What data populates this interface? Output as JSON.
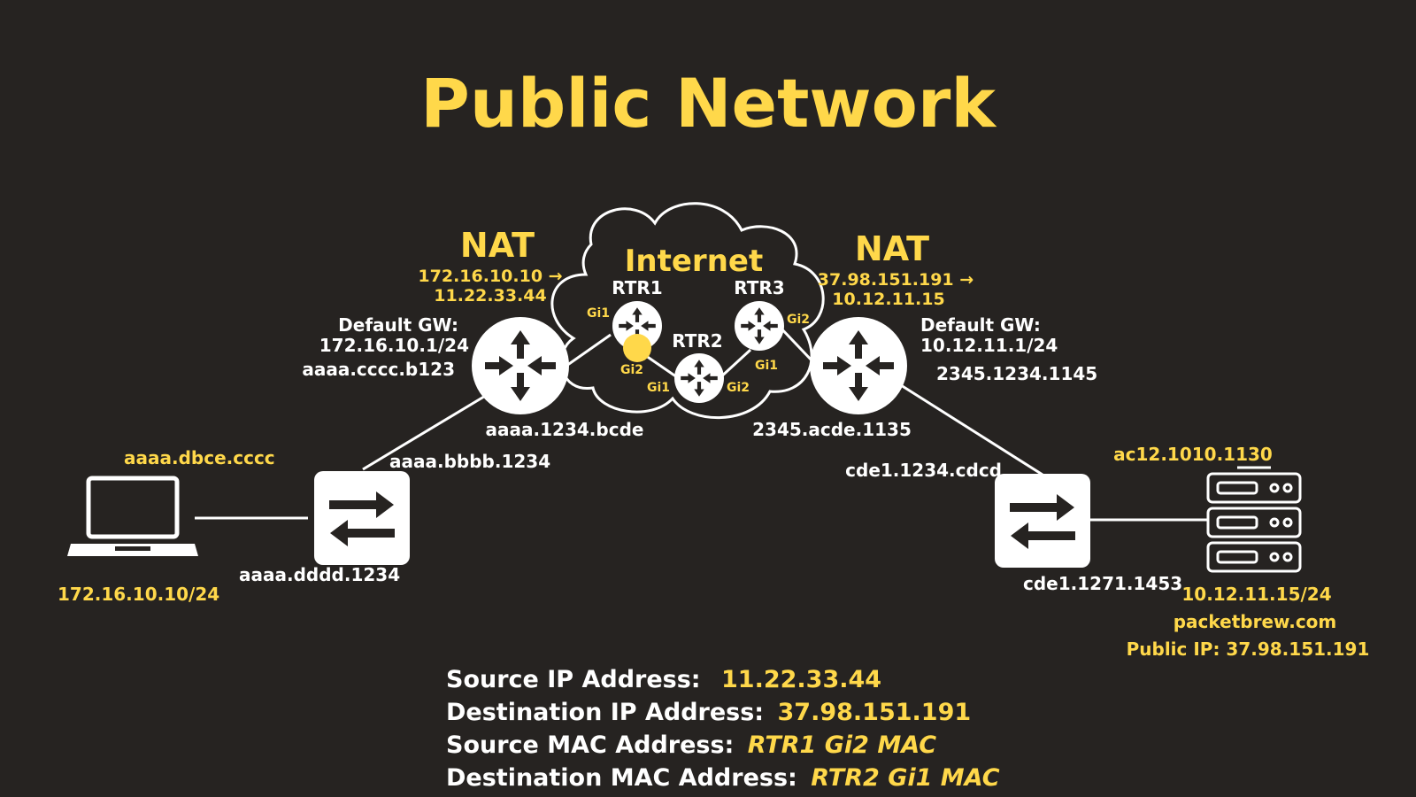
{
  "title": "Public Network",
  "colors": {
    "background": "#262321",
    "accent": "#FFD84A",
    "line": "#FFFFFF"
  },
  "cloud": {
    "label": "Internet"
  },
  "left_nat": {
    "label": "NAT",
    "line1": "172.16.10.10 →",
    "line2": "11.22.33.44"
  },
  "right_nat": {
    "label": "NAT",
    "line1": "37.98.151.191 →",
    "line2": "10.12.11.15"
  },
  "left_router": {
    "gw_label": "Default GW:",
    "gw_ip": "172.16.10.1/24",
    "mac_inside": "aaaa.cccc.b123",
    "mac_outside": "aaaa.1234.bcde",
    "icon": "router-icon"
  },
  "right_router": {
    "gw_label": "Default GW:",
    "gw_ip": "10.12.11.1/24",
    "mac_inside": "2345.1234.1145",
    "mac_outside": "2345.acde.1135",
    "icon": "router-icon"
  },
  "internet_routers": {
    "rtr1": {
      "label": "RTR1",
      "port_left": "Gi1",
      "port_right": "Gi2"
    },
    "rtr2": {
      "label": "RTR2",
      "port_left": "Gi1",
      "port_right": "Gi2"
    },
    "rtr3": {
      "label": "RTR3",
      "port_left": "Gi1",
      "port_right": "Gi2"
    }
  },
  "left_switch": {
    "mac_top": "aaaa.bbbb.1234",
    "mac_bottom": "aaaa.dddd.1234",
    "icon": "switch-icon"
  },
  "right_switch": {
    "mac_top": "cde1.1234.cdcd",
    "mac_bottom": "cde1.1271.1453",
    "icon": "switch-icon"
  },
  "laptop": {
    "mac": "aaaa.dbce.cccc",
    "ip": "172.16.10.10/24",
    "icon": "laptop-icon"
  },
  "server": {
    "mac": "ac12.1010.1130",
    "ip": "10.12.11.15/24",
    "hostname": "packetbrew.com",
    "public_ip": "Public IP: 37.98.151.191",
    "icon": "server-icon"
  },
  "packet_info": {
    "src_ip_label": "Source IP Address:",
    "src_ip_value": "11.22.33.44",
    "dst_ip_label": "Destination IP Address:",
    "dst_ip_value": "37.98.151.191",
    "src_mac_label": "Source MAC Address:",
    "src_mac_value": "RTR1 Gi2 MAC",
    "dst_mac_label": "Destination MAC Address:",
    "dst_mac_value": "RTR2 Gi1 MAC"
  }
}
